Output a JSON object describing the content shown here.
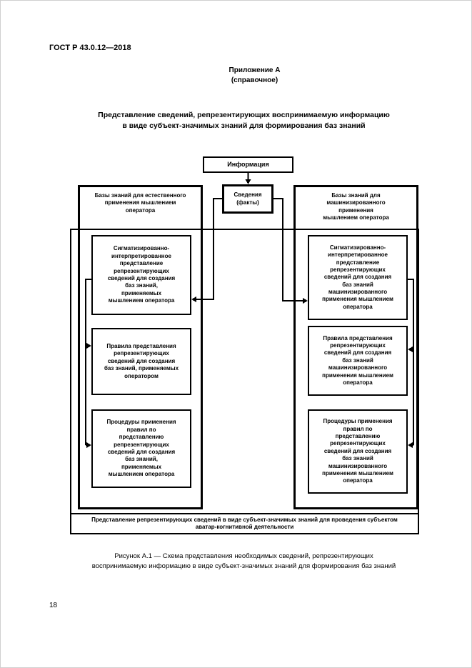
{
  "page": {
    "standard_code": "ГОСТ Р 43.0.12—2018",
    "page_number": "18"
  },
  "appendix_heading": "Приложение А\n(справочное)",
  "title": "Представление сведений, репрезентирующих воспринимаемую информацию\nв виде субъект-значимых знаний для формирования баз знаний",
  "diagram": {
    "info_box": "Информация",
    "facts_box": "Сведения\n(факты)",
    "left_column": {
      "header": "Базы знаний для естественного\nприменения мышлением\nоператора",
      "box1": "Сигматизированно-\nинтерпретированное\nпредставление\nрепрезентирующих\nсведений для создания\nбаз знаний,\nприменяемых\nмышлением оператора",
      "box2": "Правила представления\nрепрезентирующих\nсведений для создания\nбаз знаний, применяемых\nоператором",
      "box3": "Процедуры применения\nправил по\nпредставлению\nрепрезентирующих\nсведений для создания\nбаз знаний,\nприменяемых\nмышлением оператора"
    },
    "right_column": {
      "header": "Базы знаний для\nмашинизированного применения\nмышлением оператора",
      "box1": "Сигматизированно-\nинтерпретированное\nпредставление\nрепрезентирующих\nсведений для создания\nбаз знаний\nмашинизированного\nприменения мышлением\nоператора",
      "box2": "Правила представления\nрепрезентирующих\nсведений для создания\nбаз знаний\nмашинизированного\nприменения мышлением\nоператора",
      "box3": "Процедуры применения\nправил по\nпредставлению\nрепрезентирующих\nсведений для создания\nбаз знаний\nмашинизированного\nприменения мышлением\nоператора"
    },
    "bottom_bar": "Представление репрезентирующих сведений в виде субъект-значимых знаний для проведения субъектом\nаватар-когнитивной деятельности"
  },
  "caption": "Рисунок А.1 — Схема представления необходимых сведений, репрезентирующих\nвоспринимаемую информацию в виде субъект-значимых знаний для формирования баз знаний",
  "colors": {
    "ink": "#000000",
    "paper": "#ffffff"
  }
}
